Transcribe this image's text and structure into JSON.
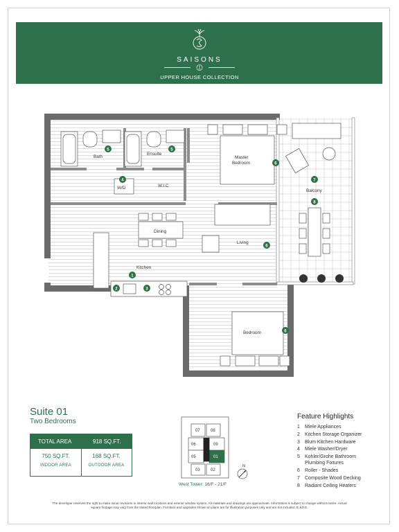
{
  "brand": {
    "name": "SAISONS",
    "collection": "UPPER HOUSE COLLECTION",
    "logo_icon": "ss-monogram-tree-icon",
    "accent_color": "#2e6f4c"
  },
  "plan": {
    "rooms": {
      "bath": "Bath",
      "ensuite": "Ensuite",
      "master_bedroom_1": "Master",
      "master_bedroom_2": "Bedroom",
      "wd": "W/D",
      "wic": "W.I.C",
      "balcony": "Balcony",
      "dining": "Dining",
      "living": "Living",
      "kitchen": "Kitchen",
      "bedroom": "Bedroom"
    },
    "markers": [
      "1",
      "2",
      "3",
      "4",
      "5",
      "5",
      "6",
      "6",
      "6",
      "7",
      "8"
    ]
  },
  "suite": {
    "title": "Suite 01",
    "subtitle": "Two Bedrooms"
  },
  "area": {
    "total_label": "TOTAL AREA",
    "total_value": "918 SQ.FT.",
    "indoor_value": "750 SQ.FT.",
    "indoor_label": "INDOOR AREA",
    "outdoor_value": "168 SQ.FT.",
    "outdoor_label": "OUTDOOR AREA"
  },
  "keyplan": {
    "units": [
      "07",
      "08",
      "06",
      "09",
      "05",
      "01",
      "03",
      "02"
    ],
    "highlighted": "01",
    "north": "N",
    "tower_name": "West Tower:",
    "floors": "16/F - 21/F"
  },
  "features": {
    "title": "Feature Highlights",
    "items": [
      {
        "n": "1",
        "text": "Miele Appliances"
      },
      {
        "n": "2",
        "text": "Kitchen Storage Organizer"
      },
      {
        "n": "3",
        "text": "Blum Kitchen Hardware"
      },
      {
        "n": "4",
        "text": "Miele Washer/Dryer"
      },
      {
        "n": "5",
        "text": "Kohler/Grohe Bathroom Plumbing Fixtures"
      },
      {
        "n": "6",
        "text": "Roller - Shades"
      },
      {
        "n": "7",
        "text": "Composite Wood Decking"
      },
      {
        "n": "8",
        "text": "Radiant Ceiling Heaters"
      }
    ]
  },
  "disclaimer": "The developer reserves the right to make minor revisions to interior wall locations and exterior window system. All materials and drawings are approximate. Information is subject to change without notice. Actual square footage may vary from the stated floorplan. Furniture and upgrades shown on plans are for illustration purposes only and are not included. E.&O.E."
}
